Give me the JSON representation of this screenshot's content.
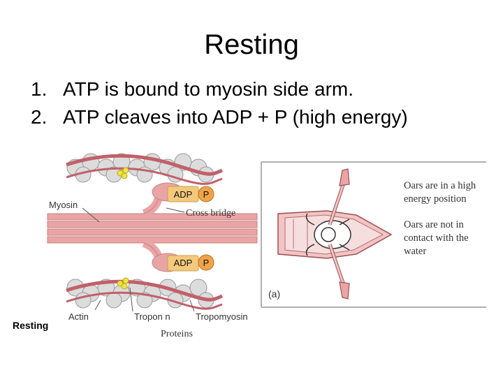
{
  "slide": {
    "title": "Resting",
    "points": [
      {
        "num": "1.",
        "text": "ATP is bound to myosin side arm."
      },
      {
        "num": "2.",
        "text": "ATP cleaves into ADP + P (high energy)"
      }
    ]
  },
  "figure": {
    "labels": {
      "myosin": "Myosin",
      "cross_bridge": "Cross bridge",
      "adp": "ADP",
      "p": "P",
      "actin": "Actin",
      "troponin": "Tropon n",
      "tropomyosin": "Tropomyosin",
      "proteins": "Proteins",
      "resting": "Resting"
    },
    "boat_panel": {
      "high_energy": [
        "Oars are in a high",
        "energy position"
      ],
      "not_in_contact": [
        "Oars are not in",
        "contact with the",
        "water"
      ],
      "panel_label": "(a)"
    },
    "colors": {
      "myosin_pink": "#e9a5a5",
      "myosin_stroke": "#c98080",
      "adp_box": "#f4c97c",
      "p_circle": "#f0a44a",
      "actin_bead": "#d9d9d9",
      "tropomyosin": "#c2606a",
      "troponin": "#f2e341",
      "boat_hull": "#f2c4c4"
    }
  }
}
